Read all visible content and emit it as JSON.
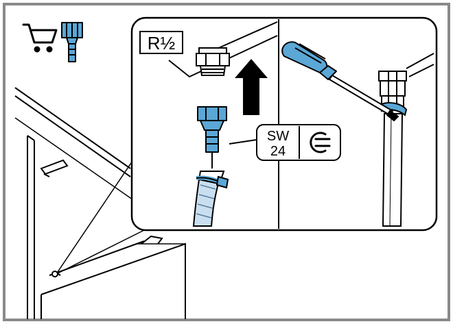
{
  "labels": {
    "thread_size": "R½",
    "wrench_size_top": "SW",
    "wrench_size_bottom": "24"
  },
  "icons": {
    "cart": "shopping-cart-icon",
    "adapter": "hose-adapter-icon",
    "wrench": "wrench-icon",
    "arrow": "up-arrow-icon",
    "screwdriver": "screwdriver-icon"
  },
  "colors": {
    "part_blue": "#5ba7d6",
    "line": "#000000",
    "frame": "#8a8a8a"
  }
}
